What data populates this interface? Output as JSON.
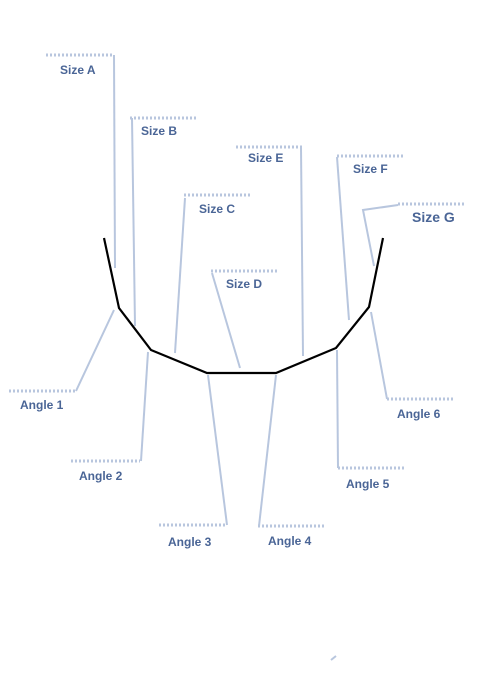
{
  "diagram": {
    "size_labels": {
      "a": "Size A",
      "b": "Size B",
      "c": "Size C",
      "d": "Size D",
      "e": "Size E",
      "f": "Size F",
      "g": "Size G"
    },
    "angle_labels": {
      "a1": "Angle 1",
      "a2": "Angle 2",
      "a3": "Angle 3",
      "a4": "Angle 4",
      "a5": "Angle 5",
      "a6": "Angle 6"
    },
    "colors": {
      "profile": "#000000",
      "leader": "#b8c6de",
      "label": "#4a6596"
    }
  }
}
